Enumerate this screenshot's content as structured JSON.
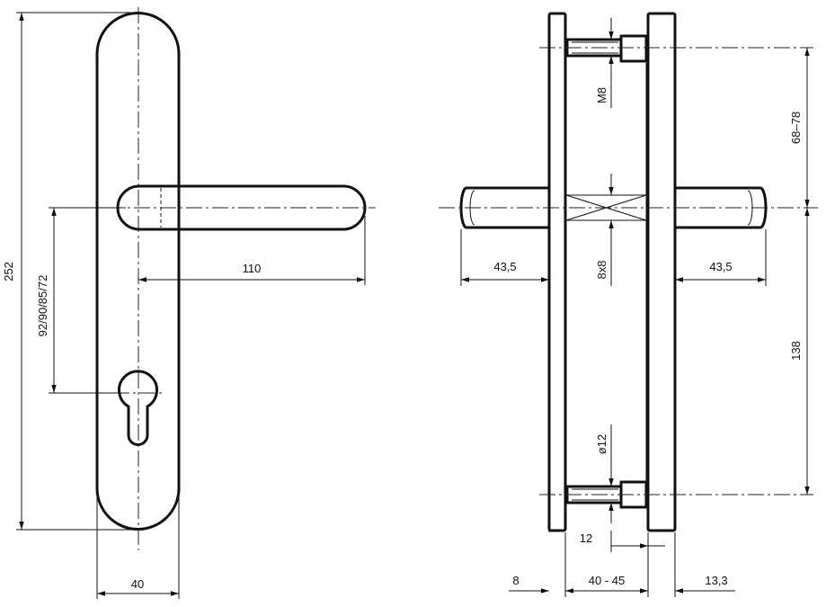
{
  "dimensions": {
    "overall_height": "252",
    "handle_height_options": "92/90/85/72",
    "handle_length": "110",
    "plate_width": "40",
    "protrusion_left": "43,5",
    "protrusion_right": "43,5",
    "screw_thread": "M8",
    "screw_spacing": "68–78",
    "spindle": "8x8",
    "sleeve_spacing": "138",
    "sleeve_diameter": "ø12",
    "sleeve_length": "12",
    "plate_thickness": "8",
    "door_thickness": "40 - 45",
    "rosette_thickness": "13,3"
  }
}
